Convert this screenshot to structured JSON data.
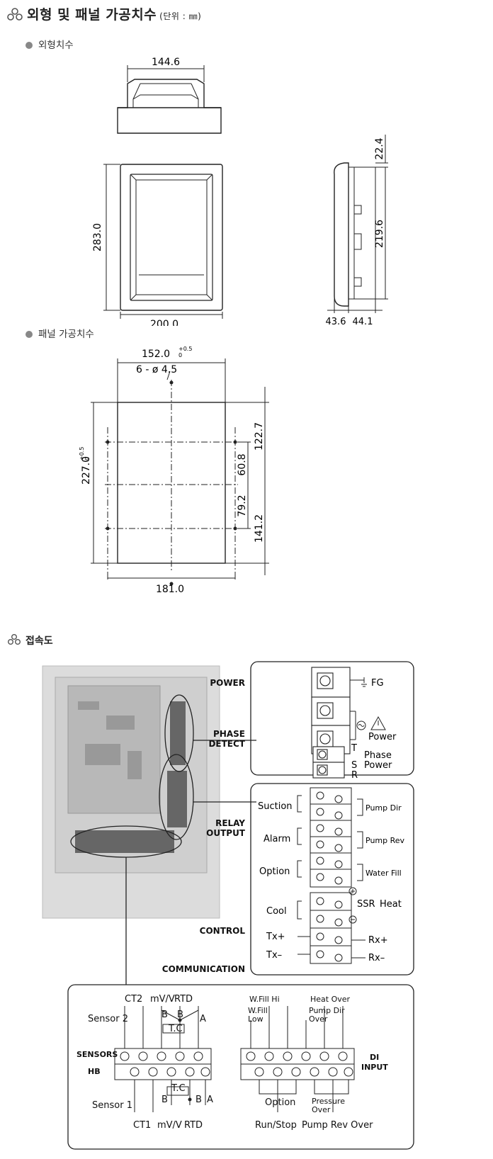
{
  "heading": {
    "title": "외형 및 패널 가공치수",
    "unit": "(단위 : ㎜)"
  },
  "outer_dims": {
    "label": "외형치수",
    "top_width": "144.6",
    "front_height": "283.0",
    "front_width": "200.0",
    "side_top": "22.4",
    "side_inner": "219.6",
    "side_depth_a": "43.6",
    "side_depth_b": "44.1"
  },
  "panel_cut": {
    "label": "패널 가공치수",
    "width": "152.0",
    "width_tol": "+0.5",
    "width_tol2": "0",
    "holes": "6 - ø 4.5",
    "height": "227.0",
    "height_tol": "+0.5",
    "height_tol2": "0",
    "dim_122_7": "122.7",
    "dim_60_8": "60.8",
    "dim_79_2": "79.2",
    "dim_141_2": "141.2",
    "dim_181_0": "181.0"
  },
  "wiring": {
    "label": "접속도",
    "power": "POWER",
    "phase_detect_1": "PHASE",
    "phase_detect_2": "DETECT",
    "relay_output_1": "RELAY",
    "relay_output_2": "OUTPUT",
    "control": "CONTROL",
    "communication": "COMMUNICATION",
    "fg": "FG",
    "power_label": "Power",
    "t": "T",
    "s": "S",
    "r": "R",
    "phase_power_1": "Phase",
    "phase_power_2": "Power",
    "suction": "Suction",
    "alarm": "Alarm",
    "option": "Option",
    "pump_dir": "Pump Dir",
    "pump_rev": "Pump Rev",
    "water_fill": "Water Fill",
    "cool": "Cool",
    "ssr": "SSR",
    "heat": "Heat",
    "tx_plus": "Tx+",
    "tx_minus": "Tx–",
    "rx_plus": "Rx+",
    "rx_minus": "Rx–",
    "sensors_1": "SENSORS",
    "sensors_2": "HB",
    "di_1": "DI",
    "di_2": "INPUT",
    "ct2": "CT2",
    "ct1": "CT1",
    "sensor2": "Sensor 2",
    "sensor1": "Sensor 1",
    "mv_rtd": "mV/V",
    "rtd": "RTD",
    "tc": "T.C",
    "a": "A",
    "b": "B",
    "wfill_hi": "W.Fill Hi",
    "wfill_low_1": "W.Fill",
    "wfill_low_2": "Low",
    "heat_over": "Heat Over",
    "pump_dir_over_1": "Pump Dir",
    "pump_dir_over_2": "Over",
    "option_btm": "Option",
    "pressure_over_1": "Pressure",
    "pressure_over_2": "Over",
    "run_stop": "Run/Stop",
    "pump_rev_over": "Pump Rev Over"
  }
}
